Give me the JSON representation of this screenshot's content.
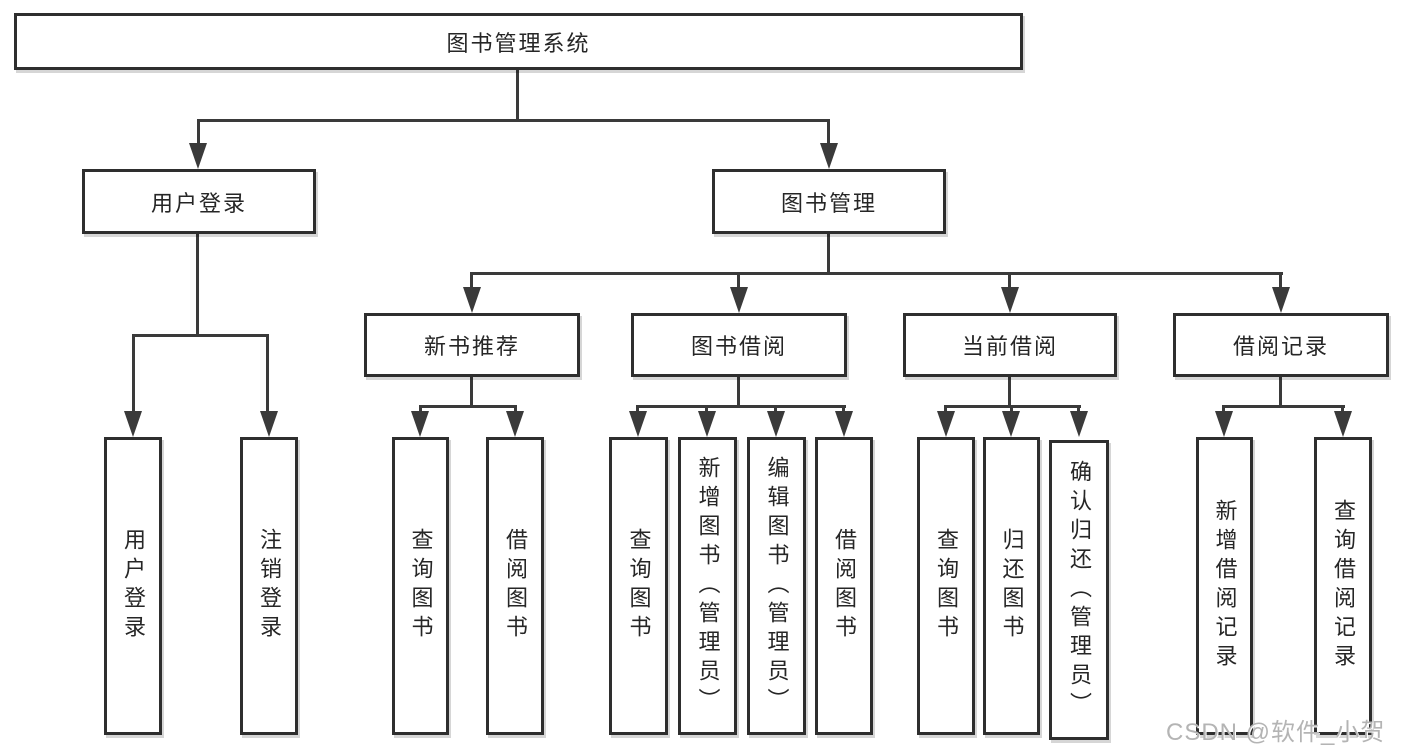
{
  "nodes": {
    "root": "图书管理系统",
    "user_login": "用户登录",
    "book_management": "图书管理",
    "new_book_recommendation": "新书推荐",
    "book_borrowing": "图书借阅",
    "current_borrowing": "当前借阅",
    "borrowing_records": "借阅记录",
    "leaf_user_login": "用户登录",
    "leaf_logout": "注销登录",
    "leaf_nb_query_books": "查询图书",
    "leaf_nb_borrow_books": "借阅图书",
    "leaf_bb_query_books": "查询图书",
    "leaf_bb_add_books_admin": "新增图书（管理员）",
    "leaf_bb_edit_books_admin": "编辑图书（管理员）",
    "leaf_bb_borrow_books": "借阅图书",
    "leaf_cb_query_books": "查询图书",
    "leaf_cb_return_books": "归还图书",
    "leaf_cb_confirm_return_admin": "确认归还（管理员）",
    "leaf_rec_add_record": "新增借阅记录",
    "leaf_rec_query_record": "查询借阅记录"
  },
  "hierarchy": {
    "root": "图书管理系统",
    "children": [
      {
        "label": "用户登录",
        "children": [
          "用户登录",
          "注销登录"
        ]
      },
      {
        "label": "图书管理",
        "children": [
          {
            "label": "新书推荐",
            "children": [
              "查询图书",
              "借阅图书"
            ]
          },
          {
            "label": "图书借阅",
            "children": [
              "查询图书",
              "新增图书（管理员）",
              "编辑图书（管理员）",
              "借阅图书"
            ]
          },
          {
            "label": "当前借阅",
            "children": [
              "查询图书",
              "归还图书",
              "确认归还（管理员）"
            ]
          },
          {
            "label": "借阅记录",
            "children": [
              "新增借阅记录",
              "查询借阅记录"
            ]
          }
        ]
      }
    ]
  },
  "watermark": "CSDN @软件_小贺同学",
  "colors": {
    "line": "#3a3a3a",
    "box_border": "#2e2e2e",
    "text": "#262626",
    "watermark": "#b4b4b4",
    "background": "#ffffff"
  }
}
